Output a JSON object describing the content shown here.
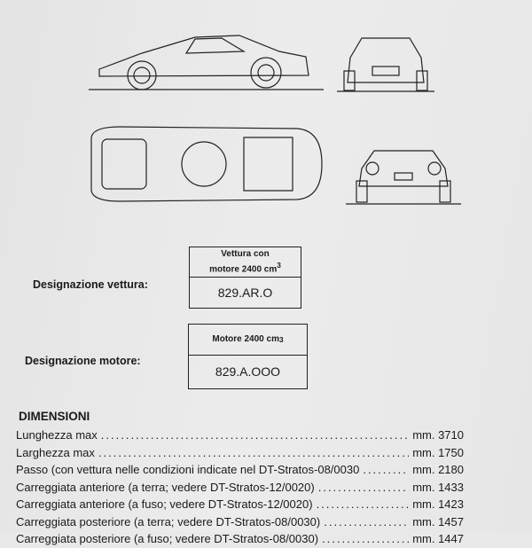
{
  "designations": [
    {
      "label": "Designazione vettura:",
      "header_line1": "Vettura con",
      "header_line2": "motore 2400 cm",
      "header_sup": "3",
      "code": "829.AR.O"
    },
    {
      "label": "Designazione motore:",
      "header_line1": "",
      "header_line2": "Motore 2400 cm",
      "header_sup": "3",
      "code": "829.A.OOO"
    }
  ],
  "dimensions": {
    "title": "DIMENSIONI",
    "rows": [
      {
        "name": "Lunghezza max",
        "value": "mm. 3710"
      },
      {
        "name": "Larghezza max",
        "value": "mm. 1750"
      },
      {
        "name": "Passo (con vettura nelle condizioni indicate nel DT-Stratos-08/0030",
        "value": "mm. 2180"
      },
      {
        "name": "Carreggiata anteriore (a terra; vedere DT-Stratos-12/0020)",
        "value": "mm. 1433"
      },
      {
        "name": "Carreggiata anteriore (a fuso; vedere DT-Stratos-12/0020)",
        "value": "mm. 1423"
      },
      {
        "name": "Carreggiata posteriore (a terra; vedere DT-Stratos-08/0030)",
        "value": "mm. 1457"
      },
      {
        "name": "Carreggiata posteriore (a fuso; vedere DT-Stratos-08/0030)",
        "value": "mm. 1447"
      }
    ]
  }
}
